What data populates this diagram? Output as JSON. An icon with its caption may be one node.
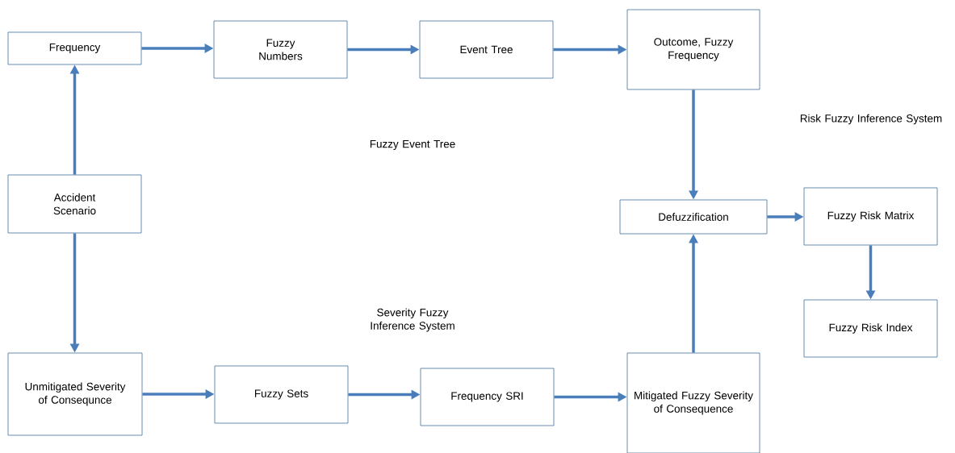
{
  "diagram": {
    "nodes": [
      {
        "text": [
          "Frequency"
        ]
      },
      {
        "text": [
          "Fuzzy Numbers"
        ]
      },
      {
        "text": [
          "Event Tree"
        ]
      },
      {
        "text": [
          "Outcome, Fuzzy Frequency"
        ]
      },
      {
        "text": [
          "Accident Scenario"
        ]
      },
      {
        "text": [
          "Defuzzification"
        ]
      },
      {
        "text": [
          "Fuzzy Risk Matrix"
        ]
      },
      {
        "text": [
          "Fuzzy Risk Index"
        ]
      },
      {
        "text": [
          "Unmitigated Severity of Consequnce"
        ]
      },
      {
        "text": [
          "Fuzzy Sets"
        ]
      },
      {
        "text": [
          "Frequency SRI"
        ]
      },
      {
        "text": [
          "Mitigated Fuzzy Severity of Consequence"
        ]
      }
    ],
    "edges": [
      {
        "from": 4,
        "to": 0,
        "arrow": "to"
      },
      {
        "from": 0,
        "to": 1,
        "arrow": "to"
      },
      {
        "from": 1,
        "to": 2,
        "arrow": "to"
      },
      {
        "from": 2,
        "to": 3,
        "arrow": "to"
      },
      {
        "from": 3,
        "to": 5,
        "arrow": "to"
      },
      {
        "from": 4,
        "to": 8,
        "arrow": "to"
      },
      {
        "from": 8,
        "to": 9,
        "arrow": "to"
      },
      {
        "from": 9,
        "to": 10,
        "arrow": "to"
      },
      {
        "from": 10,
        "to": 11,
        "arrow": "to"
      },
      {
        "from": 11,
        "to": 5,
        "arrow": "to"
      },
      {
        "from": 5,
        "to": 6,
        "arrow": "to"
      },
      {
        "from": 6,
        "to": 7,
        "arrow": "to"
      }
    ],
    "labels": [
      "Fuzzy Event Tree",
      "Risk Fuzzy Inference System",
      "Severity Fuzzy Inference System"
    ]
  }
}
